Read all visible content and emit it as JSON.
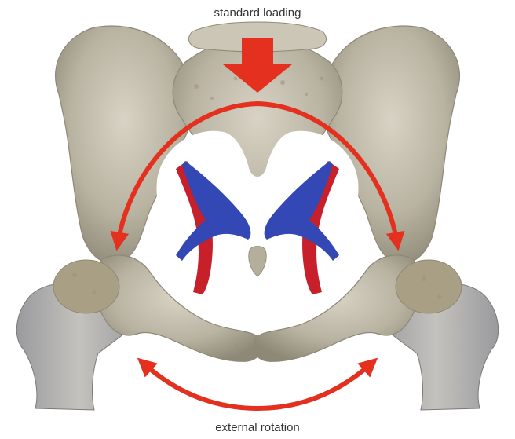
{
  "labels": {
    "top": "standard loading",
    "bottom": "external rotation"
  },
  "colors": {
    "bone": "#b9b3a2",
    "bone_shadow": "#8e8877",
    "bone_highlight": "#d8d3c4",
    "arrow": "#e3301f",
    "ligament_blue": "#3347b5",
    "ligament_red": "#c8202a"
  },
  "icons": [
    "pelvis-bone-illustration",
    "load-arrow-icon",
    "curved-arrow-icon",
    "rotation-arrow-icon"
  ]
}
